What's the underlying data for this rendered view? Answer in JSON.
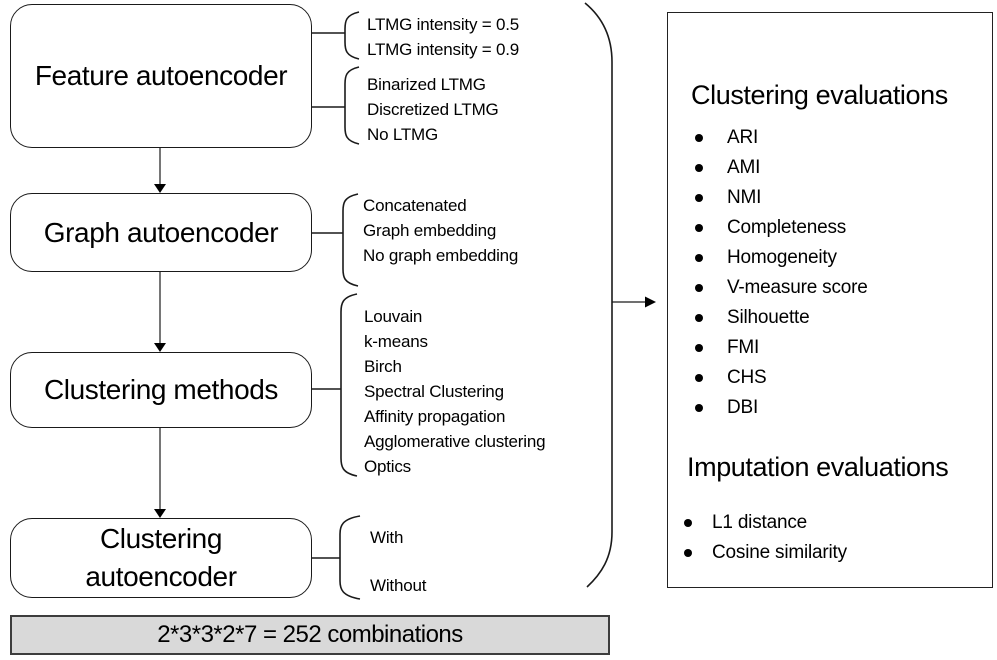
{
  "boxes": {
    "feature": "Feature autoencoder",
    "graph": "Graph autoencoder",
    "clustering": "Clustering methods",
    "cluster_ae": "Clustering autoencoder"
  },
  "options": {
    "ltmg_intensity": [
      "LTMG intensity = 0.5",
      "LTMG intensity = 0.9"
    ],
    "ltmg_mode": [
      "Binarized LTMG",
      "Discretized LTMG",
      "No LTMG"
    ],
    "graph_embedding": [
      "Concatenated",
      "Graph embedding",
      "No graph embedding"
    ],
    "clustering_methods": [
      "Louvain",
      "k-means",
      "Birch",
      "Spectral Clustering",
      "Affinity propagation",
      "Agglomerative clustering",
      "Optics"
    ],
    "cluster_ae": [
      "With",
      "Without"
    ]
  },
  "combinations": {
    "text": "2*3*3*2*7 = 252 combinations"
  },
  "evaluations": {
    "clustering_title": "Clustering evaluations",
    "clustering_metrics": [
      "ARI",
      "AMI",
      "NMI",
      "Completeness",
      "Homogeneity",
      "V-measure score",
      "Silhouette",
      "FMI",
      "CHS",
      "DBI"
    ],
    "imputation_title": "Imputation evaluations",
    "imputation_metrics": [
      "L1 distance",
      "Cosine similarity"
    ]
  },
  "colors": {
    "line": "#000000",
    "combinations_fill": "#d9d9d9",
    "combinations_border": "#3d3d3d"
  }
}
